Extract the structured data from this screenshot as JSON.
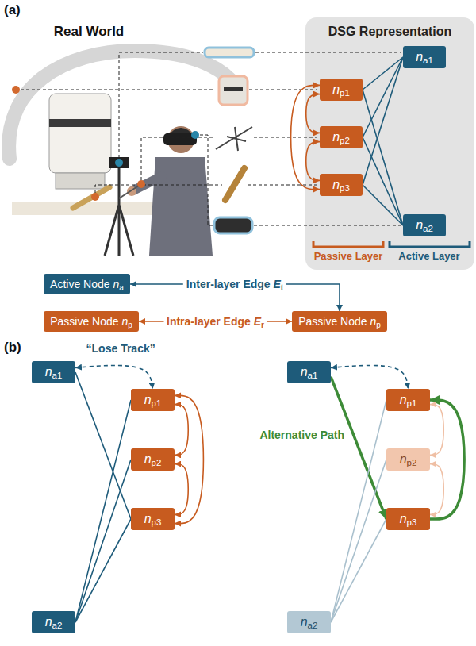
{
  "diagram": {
    "nodes": [
      {
        "text": [
          "DSG Representation"
        ]
      },
      {
        "text": [
          "na1"
        ],
        "in": 0
      },
      {
        "text": [
          "np1"
        ],
        "in": 0
      },
      {
        "text": [
          "np2"
        ],
        "in": 0
      },
      {
        "text": [
          "np3"
        ],
        "in": 0
      },
      {
        "text": [
          "na2"
        ],
        "in": 0
      },
      {
        "text": [
          "Active Node na"
        ]
      },
      {
        "text": [
          "Passive Node np"
        ]
      },
      {
        "text": [
          "Passive Node np"
        ]
      },
      {
        "text": [
          "na1"
        ]
      },
      {
        "text": [
          "np1"
        ]
      },
      {
        "text": [
          "np2"
        ]
      },
      {
        "text": [
          "np3"
        ]
      },
      {
        "text": [
          "na2"
        ]
      },
      {
        "text": [
          "na1"
        ]
      },
      {
        "text": [
          "np1"
        ]
      },
      {
        "text": [
          "np2"
        ]
      },
      {
        "text": [
          "np3"
        ]
      },
      {
        "text": [
          "na2"
        ]
      }
    ],
    "edges": [
      {
        "from": 1,
        "to": 2,
        "arrow": "none"
      },
      {
        "from": 1,
        "to": 3,
        "arrow": "none"
      },
      {
        "from": 1,
        "to": 4,
        "arrow": "none"
      },
      {
        "from": 5,
        "to": 2,
        "arrow": "none"
      },
      {
        "from": 5,
        "to": 3,
        "arrow": "none"
      },
      {
        "from": 5,
        "to": 4,
        "arrow": "none"
      },
      {
        "from": 2,
        "to": 3,
        "arrow": "both"
      },
      {
        "from": 3,
        "to": 4,
        "arrow": "both"
      },
      {
        "from": 2,
        "to": 4,
        "arrow": "both"
      },
      {
        "from": 6,
        "to": 8,
        "arrow": "both",
        "label": "Inter-layer Edge Et"
      },
      {
        "from": 7,
        "to": 8,
        "arrow": "both",
        "label": "Intra-layer Edge Er"
      },
      {
        "from": 9,
        "to": 10,
        "arrow": "both",
        "label": "“Lose Track”"
      },
      {
        "from": 9,
        "to": 12,
        "arrow": "none"
      },
      {
        "from": 13,
        "to": 10,
        "arrow": "none"
      },
      {
        "from": 13,
        "to": 11,
        "arrow": "none"
      },
      {
        "from": 13,
        "to": 12,
        "arrow": "none"
      },
      {
        "from": 10,
        "to": 11,
        "arrow": "both"
      },
      {
        "from": 11,
        "to": 12,
        "arrow": "both"
      },
      {
        "from": 10,
        "to": 12,
        "arrow": "both"
      },
      {
        "from": 14,
        "to": 15,
        "arrow": "both"
      },
      {
        "from": 14,
        "to": 17,
        "arrow": "to",
        "label": "Alternative Path"
      },
      {
        "from": 17,
        "to": 15,
        "arrow": "to"
      },
      {
        "from": 18,
        "to": 15,
        "arrow": "none"
      },
      {
        "from": 18,
        "to": 16,
        "arrow": "none"
      },
      {
        "from": 18,
        "to": 17,
        "arrow": "none"
      },
      {
        "from": 15,
        "to": 16,
        "arrow": "both"
      },
      {
        "from": 16,
        "to": 17,
        "arrow": "both"
      }
    ],
    "labels": [
      "(a)",
      "Real World",
      "Passive Layer",
      "Active Layer",
      "(b)"
    ]
  }
}
